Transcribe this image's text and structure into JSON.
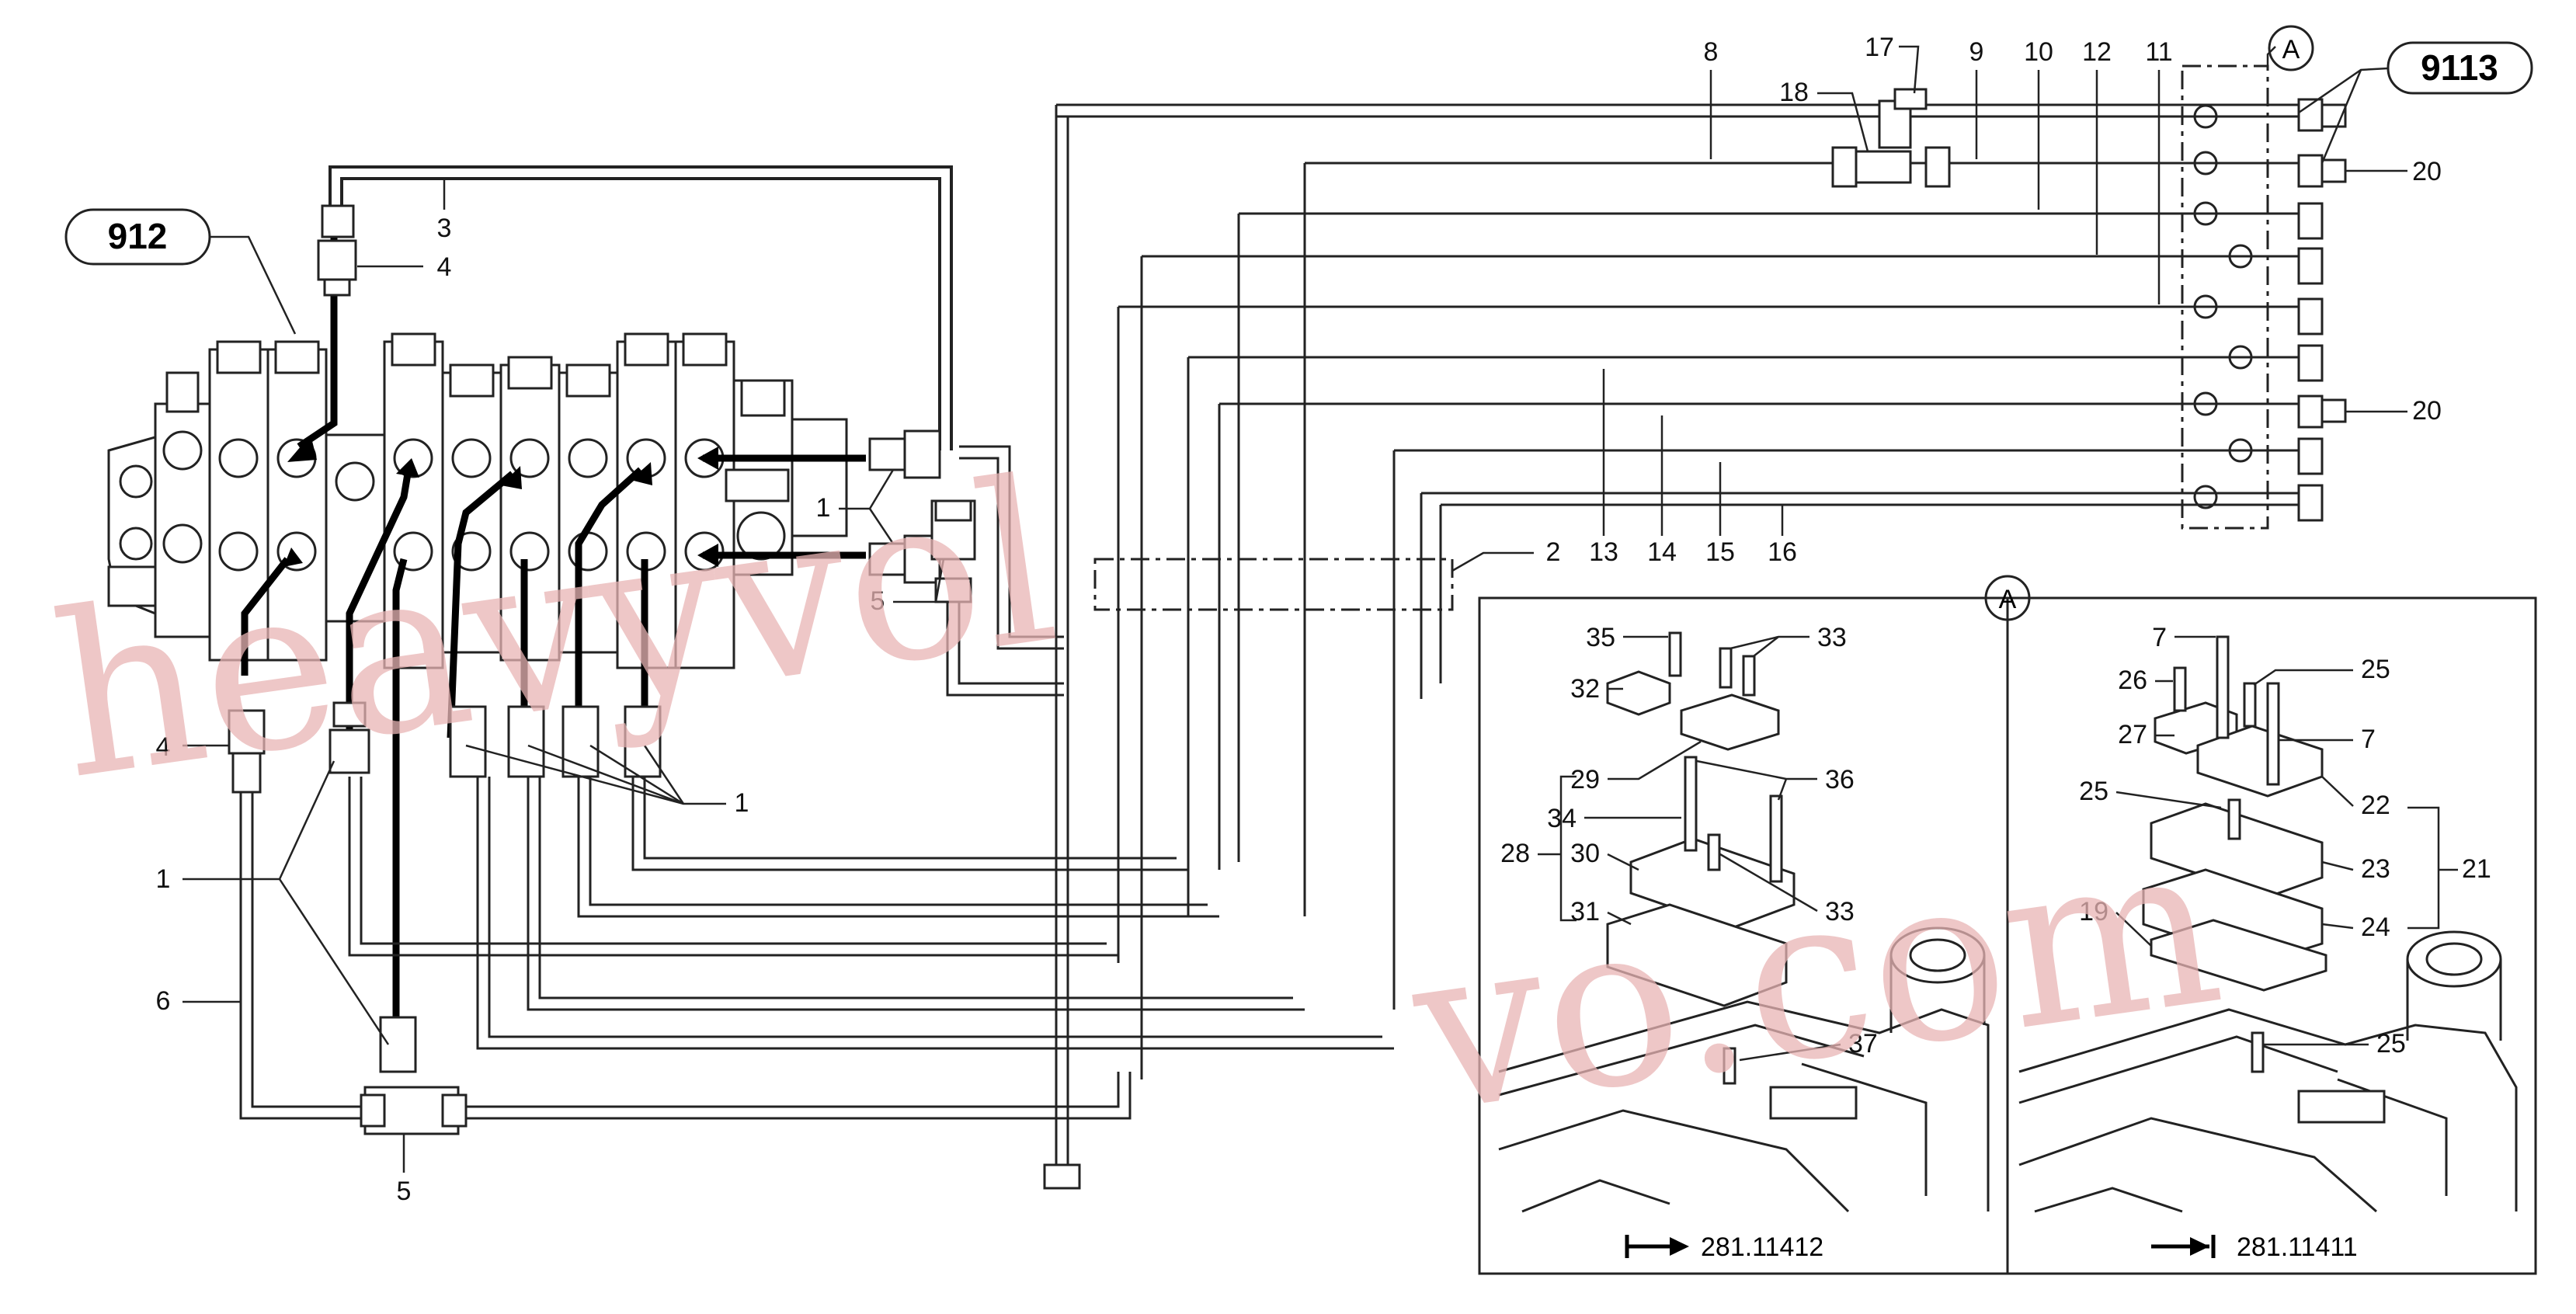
{
  "callouts": {
    "c912": "912",
    "c9113": "9113",
    "circle_a_top": "A",
    "circle_a_detail": "A"
  },
  "labels": {
    "l3": "3",
    "l4_top": "4",
    "l4_left": "4",
    "l1_mid": "1",
    "l1_left": "1",
    "l1_bottom": "1",
    "l5_mid": "5",
    "l5_bottom": "5",
    "l6": "6",
    "l2": "2",
    "l8": "8",
    "l9": "9",
    "l10": "10",
    "l11": "11",
    "l12": "12",
    "l13": "13",
    "l14": "14",
    "l15": "15",
    "l16": "16",
    "l17": "17",
    "l18": "18",
    "l20_a": "20",
    "l20_b": "20"
  },
  "detail_left": {
    "l35": "35",
    "l33_a": "33",
    "l32": "32",
    "l29": "29",
    "l36": "36",
    "l34": "34",
    "l28": "28",
    "l30": "30",
    "l31": "31",
    "l33_b": "33",
    "l37": "37",
    "ref": "281.11412"
  },
  "detail_right": {
    "l7_a": "7",
    "l26": "26",
    "l25_a": "25",
    "l27": "27",
    "l7_b": "7",
    "l25_b": "25",
    "l22": "22",
    "l23": "23",
    "l21": "21",
    "l19": "19",
    "l24": "24",
    "l25_c": "25",
    "ref": "281.11411"
  },
  "watermark": {
    "line1": "heavyvol",
    "line2": "vo.com"
  },
  "colors": {
    "line": "#222222",
    "watermark": "#e8b4b4"
  }
}
